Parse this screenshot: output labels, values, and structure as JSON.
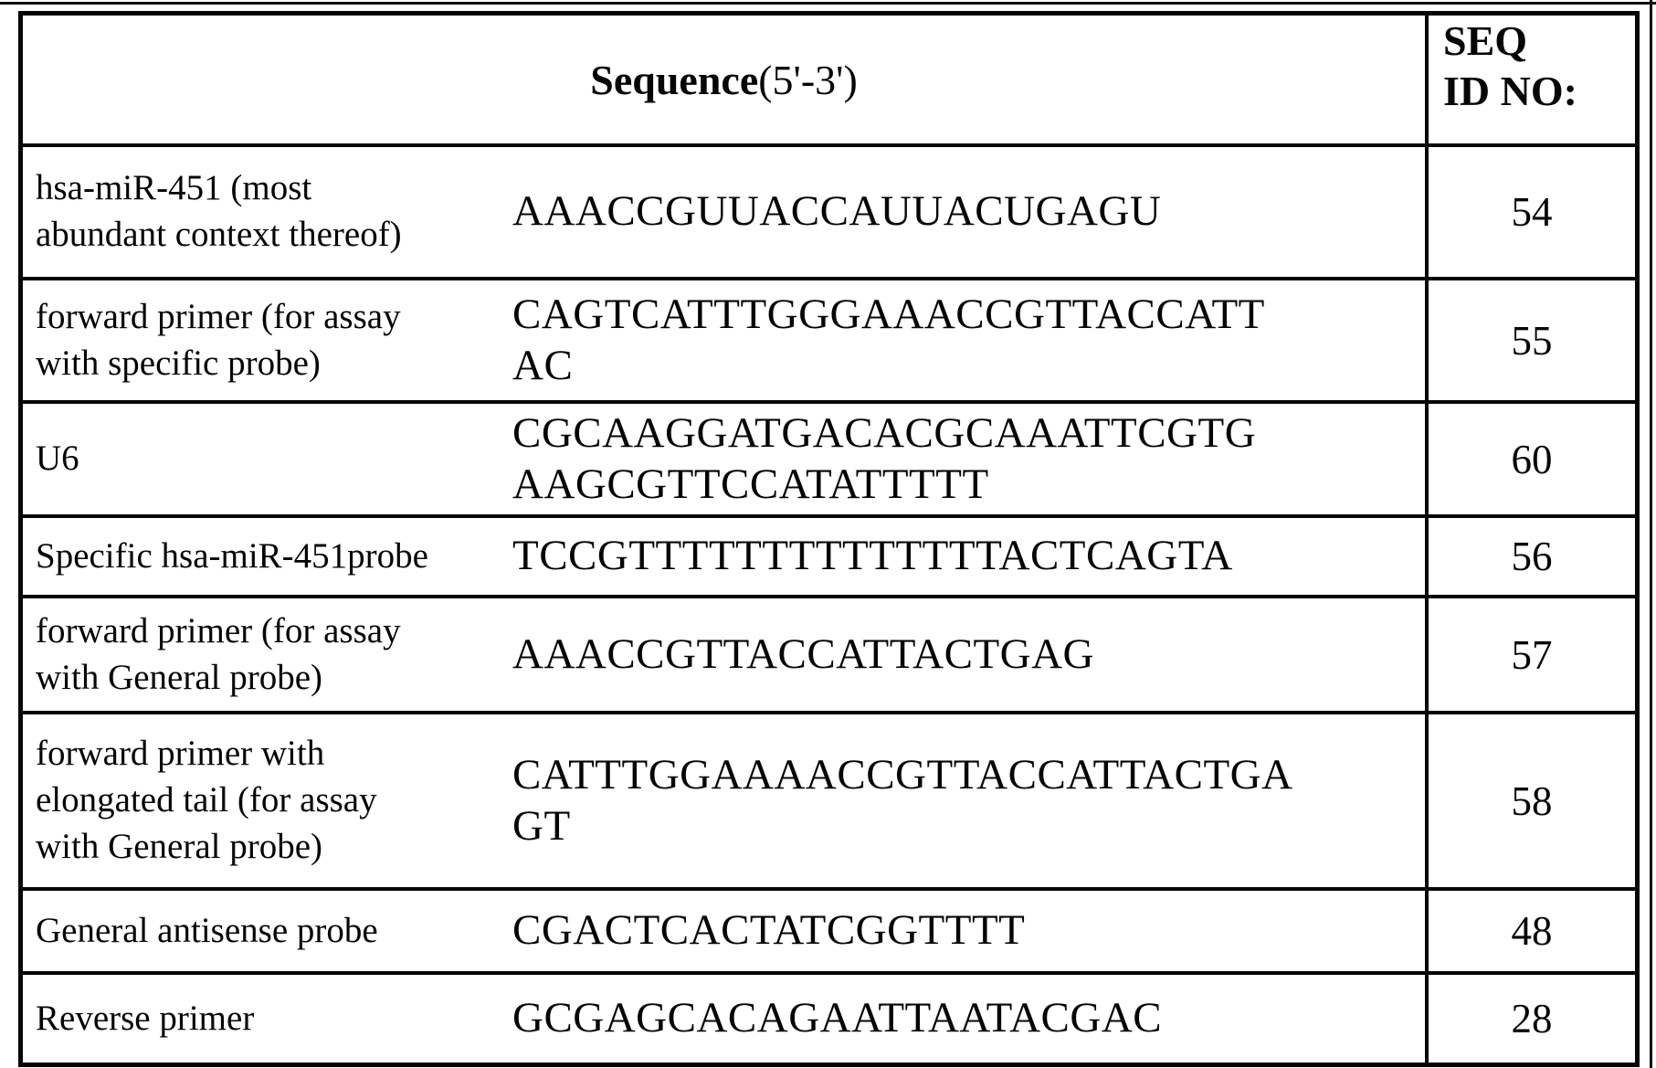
{
  "table": {
    "header": {
      "sequence_label_bold": "Sequence",
      "sequence_label_suffix": " (5'-3')",
      "seq_id_label": "SEQ ID NO:",
      "seq_id_label_lines": [
        "SEQ",
        "ID NO:"
      ]
    },
    "rows": [
      {
        "name": "hsa-miR-451 (most abundant context thereof)",
        "name_lines": [
          "hsa-miR-451 (most",
          "abundant context thereof)"
        ],
        "sequence": "AAACCGUUACCAUUACUGAGU",
        "sequence_lines": [
          "AAACCGUUACCAUUACUGAGU"
        ],
        "seq_id": "54"
      },
      {
        "name": "forward primer (for assay with specific probe)",
        "name_lines": [
          "forward primer (for assay",
          "with specific probe)"
        ],
        "sequence": "CAGTCATTTGGGAAACCGTTACCATTAC",
        "sequence_lines": [
          "CAGTCATTTGGGAAACCGTTACCATT",
          "AC"
        ],
        "seq_id": "55"
      },
      {
        "name": "U6",
        "name_lines": [
          "U6"
        ],
        "sequence": "CGCAAGGATGACACGCAAATTCGTGAAGCGTTCCATATTTTT",
        "sequence_lines": [
          "CGCAAGGATGACACGCAAATTCGTG",
          "AAGCGTTCCATATTTTT"
        ],
        "seq_id": "60"
      },
      {
        "name": "Specific hsa-miR-451probe",
        "name_lines": [
          "Specific hsa-miR-451probe"
        ],
        "sequence": "TCCGTTTTTTTTTTTTTTACTCAGTA",
        "sequence_lines": [
          "TCCGTTTTTTTTTTTTTTACTCAGTA"
        ],
        "seq_id": "56"
      },
      {
        "name": "forward primer (for assay with General probe)",
        "name_lines": [
          "forward primer (for assay",
          "with General probe)"
        ],
        "sequence": "AAACCGTTACCATTACTGAG",
        "sequence_lines": [
          "AAACCGTTACCATTACTGAG"
        ],
        "seq_id": "57"
      },
      {
        "name": "forward primer with elongated tail (for assay with General probe)",
        "name_lines": [
          "forward primer with",
          "elongated tail (for assay",
          "with General probe)"
        ],
        "sequence": "CATTTGGAAAACCGTTACCATTACTGAGT",
        "sequence_lines": [
          "CATTTGGAAAACCGTTACCATTACTGA",
          "GT"
        ],
        "seq_id": "58"
      },
      {
        "name": "General antisense probe",
        "name_lines": [
          "General antisense probe"
        ],
        "sequence": "CGACTCACTATCGGTTTT",
        "sequence_lines": [
          "CGACTCACTATCGGTTTT"
        ],
        "seq_id": "48"
      },
      {
        "name": "Reverse primer",
        "name_lines": [
          "Reverse primer"
        ],
        "sequence": "GCGAGCACAGAATTAATACGAC",
        "sequence_lines": [
          "GCGAGCACAGAATTAATACGAC"
        ],
        "seq_id": "28"
      }
    ]
  }
}
